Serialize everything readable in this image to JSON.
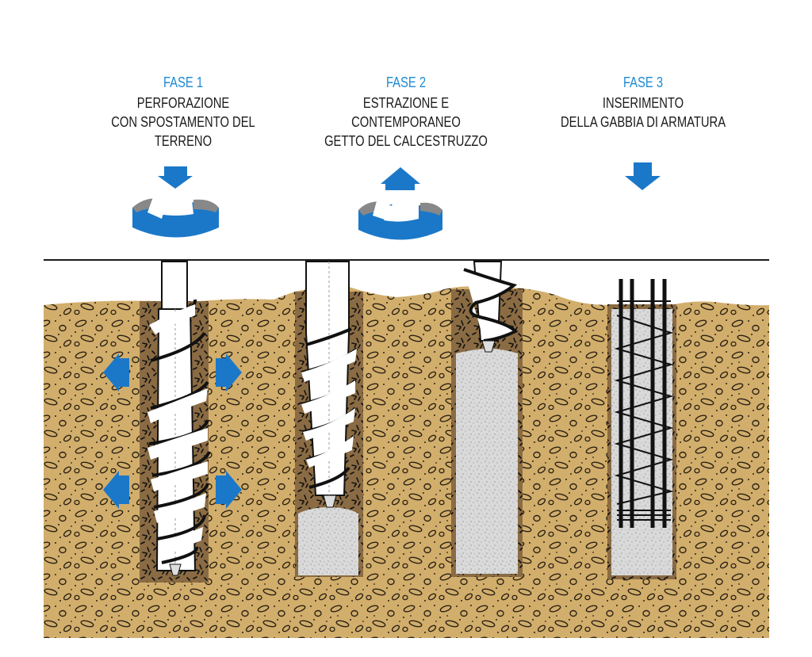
{
  "diagram": {
    "subject": "Pali a spostamento del terreno (auger displacement piles) - installation sequence",
    "colors": {
      "accent_blue": "#1b78c8",
      "heading_blue": "#1d8ad4",
      "soil": "#d2ae6c",
      "disturbed_soil": "#8a6b43",
      "concrete": "#d9d9d9",
      "auger": "#ffffff",
      "rebar": "#111111",
      "ground_line": "#1a1a1a"
    },
    "phases": [
      {
        "id": "fase-1",
        "title": "FASE 1",
        "line1": "PERFORAZIONE",
        "line2": "CON SPOSTAMENTO DEL TERRENO",
        "icon": "rotate-down-icon",
        "extra_icons": [
          "push-left-arrow-icon",
          "push-right-arrow-icon"
        ]
      },
      {
        "id": "fase-2",
        "title": "FASE 2",
        "line1": "ESTRAZIONE E CONTEMPORANEO",
        "line2": "GETTO DEL CALCESTRUZZO",
        "icon": "rotate-up-icon"
      },
      {
        "id": "fase-3",
        "title": "FASE 3",
        "line1": "INSERIMENTO",
        "line2": "DELLA GABBIA DI ARMATURA",
        "icon": "arrow-down-icon"
      }
    ],
    "piles": [
      {
        "name": "pile-drilling",
        "contents": "auger fully inserted"
      },
      {
        "name": "pile-extraction-partial",
        "contents": "auger partially extracted, concrete poured at base",
        "concrete_fill_fraction": 0.25
      },
      {
        "name": "pile-extraction-late",
        "contents": "auger nearly extracted, concrete poured",
        "concrete_fill_fraction": 0.83
      },
      {
        "name": "pile-reinforcement",
        "contents": "concrete with rebar cage inserted",
        "concrete_fill_fraction": 1.0
      }
    ]
  }
}
